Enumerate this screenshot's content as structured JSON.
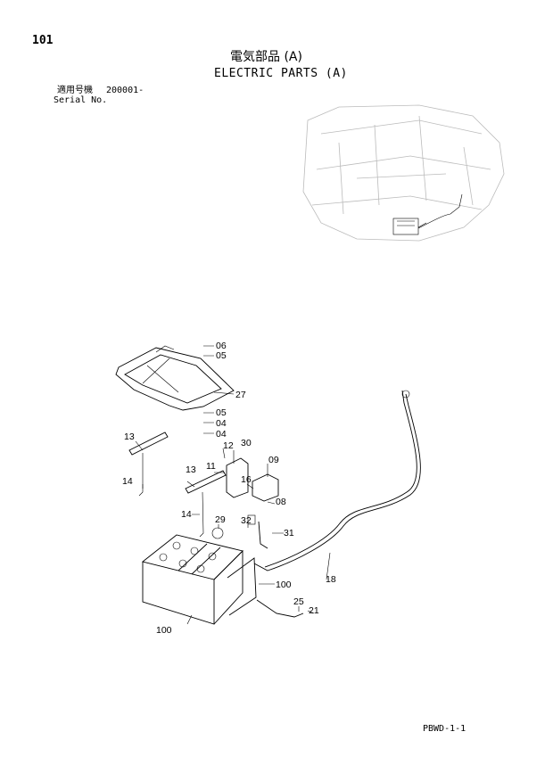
{
  "header": {
    "page_number": "101",
    "title_jp": "電気部品 (A)",
    "title_en": "ELECTRIC PARTS (A)",
    "serial_label_jp": "適用号機",
    "serial_value": "200001-",
    "serial_label_en": "Serial No."
  },
  "callouts": {
    "c06": "06",
    "c05a": "05",
    "c27": "27",
    "c05b": "05",
    "c04a": "04",
    "c04b": "04",
    "c13a": "13",
    "c12": "12",
    "c30": "30",
    "c11": "11",
    "c09": "09",
    "c13b": "13",
    "c16": "16",
    "c08": "08",
    "c14a": "14",
    "c14b": "14",
    "c29": "29",
    "c32": "32",
    "c31": "31",
    "c18": "18",
    "c100a": "100",
    "c25": "25",
    "c21": "21",
    "c100b": "100"
  },
  "footer": {
    "code": "PBWD-1-1"
  }
}
